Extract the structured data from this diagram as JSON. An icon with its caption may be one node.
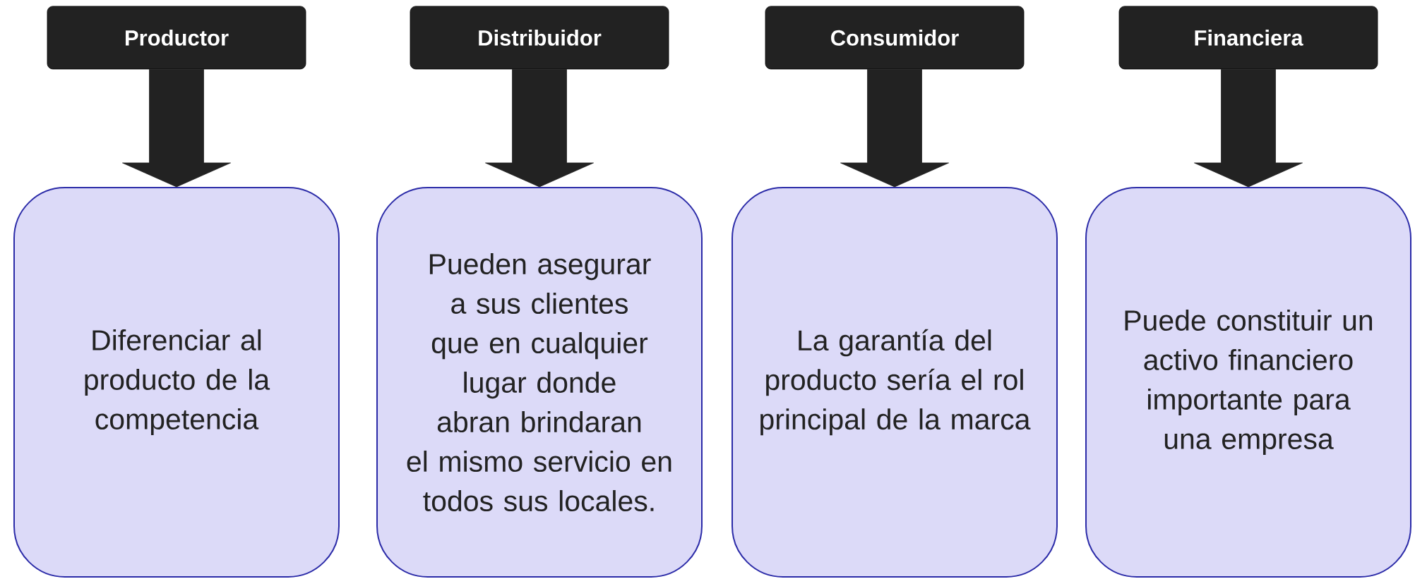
{
  "diagram": {
    "nodes": [
      {
        "text": [
          "Productor"
        ]
      },
      {
        "text": [
          "Distribuidor"
        ]
      },
      {
        "text": [
          "Consumidor"
        ]
      },
      {
        "text": [
          "Financiera"
        ]
      },
      {
        "text": [
          "Diferenciar al producto de la competencia"
        ]
      },
      {
        "text": [
          "Pueden asegurar a sus clientes que en cualquier lugar donde abran brindaran el mismo servicio en todos sus locales."
        ]
      },
      {
        "text": [
          "La garantía del producto sería el rol principal de la marca"
        ]
      },
      {
        "text": [
          "Puede constituir un activo financiero importante para una empresa"
        ]
      }
    ],
    "edges": [
      {
        "from": 0,
        "to": 4,
        "arrow": "to"
      },
      {
        "from": 1,
        "to": 5,
        "arrow": "to"
      },
      {
        "from": 2,
        "to": 6,
        "arrow": "to"
      },
      {
        "from": 3,
        "to": 7,
        "arrow": "to"
      }
    ]
  }
}
